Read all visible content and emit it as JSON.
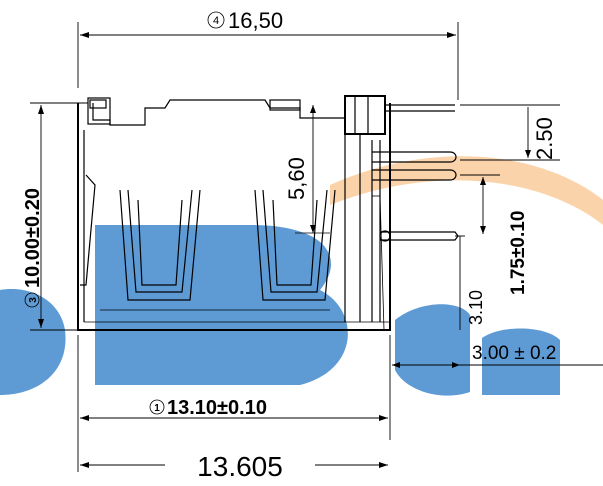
{
  "drawing": {
    "dim_top_label": "16,50",
    "dim_top_marker": "4",
    "dim_left_label": "10.00±0.20",
    "dim_left_marker": "3",
    "dim_560_label": "5,60",
    "dim_250_label": "2.50",
    "dim_175_label": "1.75±0.10",
    "dim_310_label": "3.10",
    "dim_300_label": "3.00 ± 0.2",
    "dim_1310_label": "13.10±0.10",
    "dim_1310_marker": "1",
    "dim_bottom_label": "13.605"
  },
  "watermark": {
    "orange": "#f5a048",
    "blue": "#2b7cc8"
  }
}
